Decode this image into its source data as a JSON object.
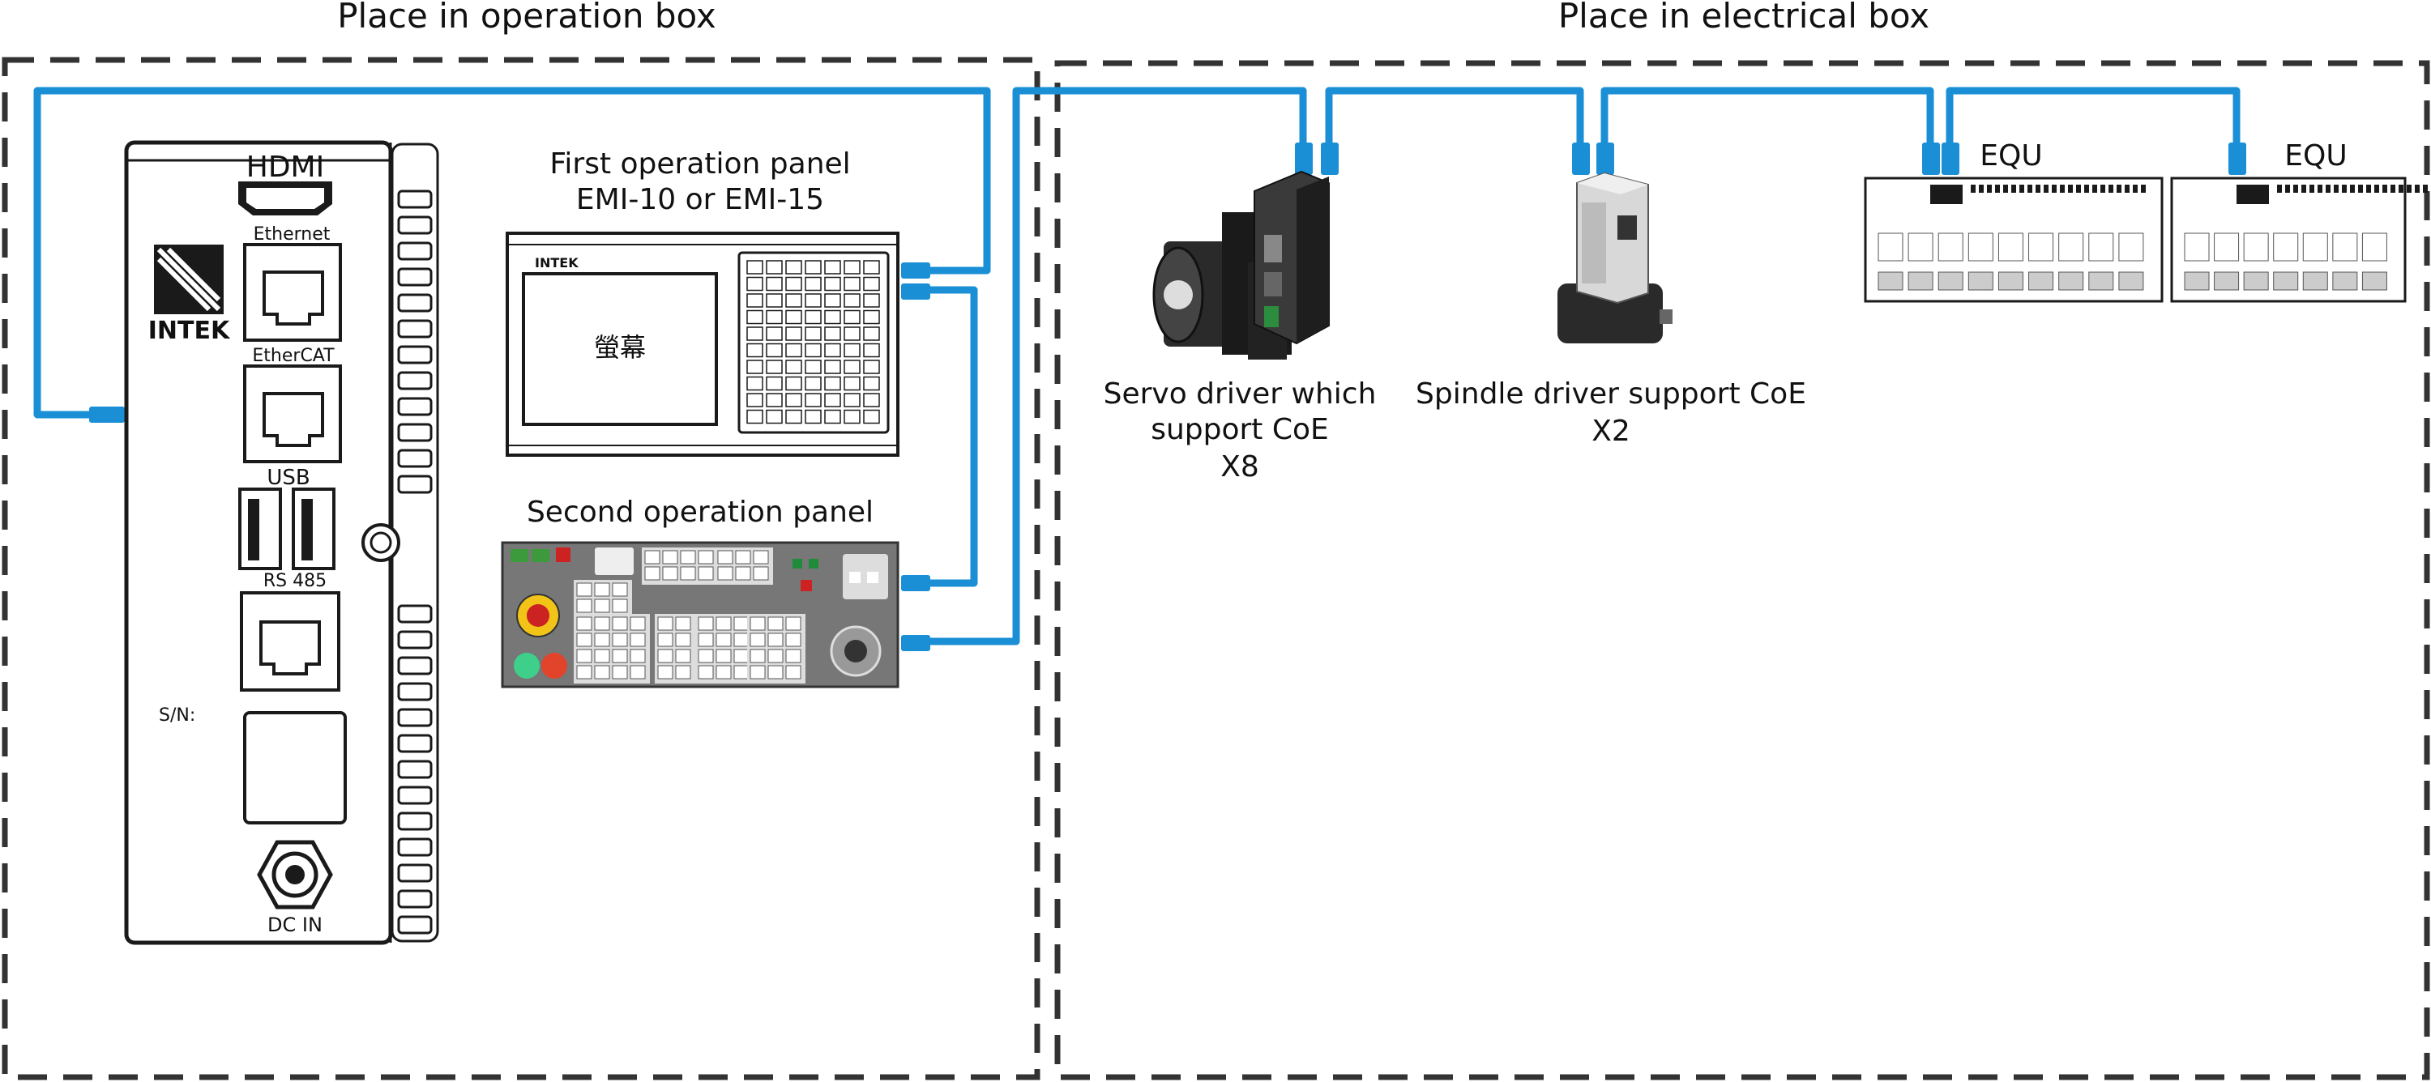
{
  "zones": {
    "operation_box": "Place in operation box",
    "electrical_box": "Place in electrical box"
  },
  "controller": {
    "brand": "INTEK",
    "ports": {
      "hdmi": "HDMI",
      "ethernet": "Ethernet",
      "ethercat": "EtherCAT",
      "usb": "USB",
      "rs485": "RS 485",
      "serial": "S/N:",
      "dc_in": "DC IN"
    }
  },
  "panel1": {
    "title_line1": "First operation panel",
    "title_line2": "EMI-10 or EMI-15",
    "brand": "INTEK",
    "screen": "螢幕"
  },
  "panel2": {
    "title": "Second operation panel"
  },
  "servo": {
    "line1": "Servo driver which",
    "line2": "support CoE",
    "count": "X8"
  },
  "spindle": {
    "line1": "Spindle driver support CoE",
    "count": "X2"
  },
  "equ": [
    "EQU",
    "EQU"
  ],
  "colors": {
    "cable": "#1a8fd6",
    "boundary": "#333333",
    "device": "#1a1a1a"
  }
}
